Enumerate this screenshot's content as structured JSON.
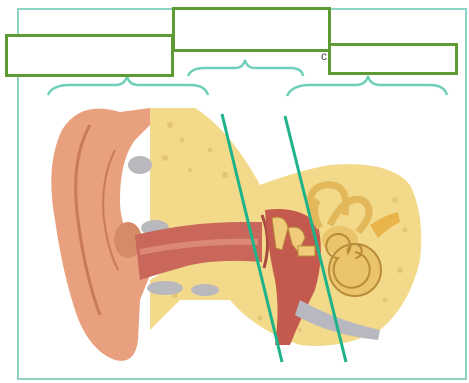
{
  "diagram": {
    "regions": [
      {
        "key": "outer",
        "label": ""
      },
      {
        "key": "middle",
        "label": ""
      },
      {
        "key": "inner",
        "label": ""
      }
    ],
    "stray_mark": "c",
    "colors": {
      "label_border": "#5f9b35",
      "brace": "#6fcfb9",
      "divider": "#1fb38a",
      "frame": "#8fd3c4",
      "skin": "#e8a07e",
      "bone": "#f3d98a",
      "canal": "#c9685a"
    }
  }
}
